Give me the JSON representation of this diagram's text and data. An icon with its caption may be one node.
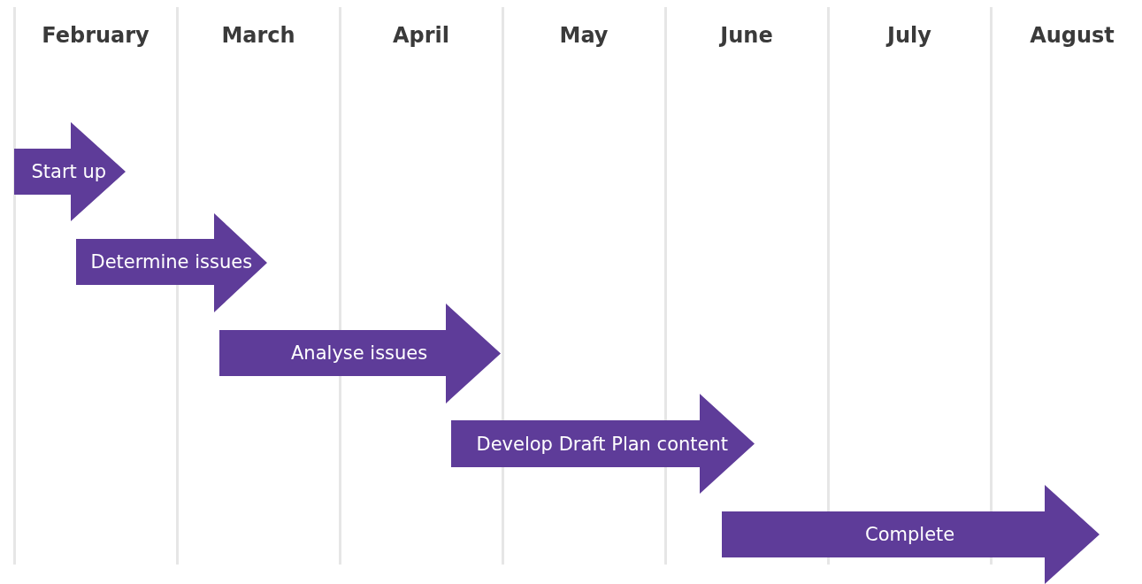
{
  "diagram": {
    "nodes": [
      {
        "text": [
          "Start up"
        ]
      },
      {
        "text": [
          "Determine issues"
        ]
      },
      {
        "text": [
          "Analyse issues"
        ]
      },
      {
        "text": [
          "Develop Draft Plan content"
        ]
      },
      {
        "text": [
          "Complete"
        ]
      }
    ],
    "labels": [
      "February",
      "March",
      "April",
      "May",
      "June",
      "July",
      "August"
    ]
  }
}
